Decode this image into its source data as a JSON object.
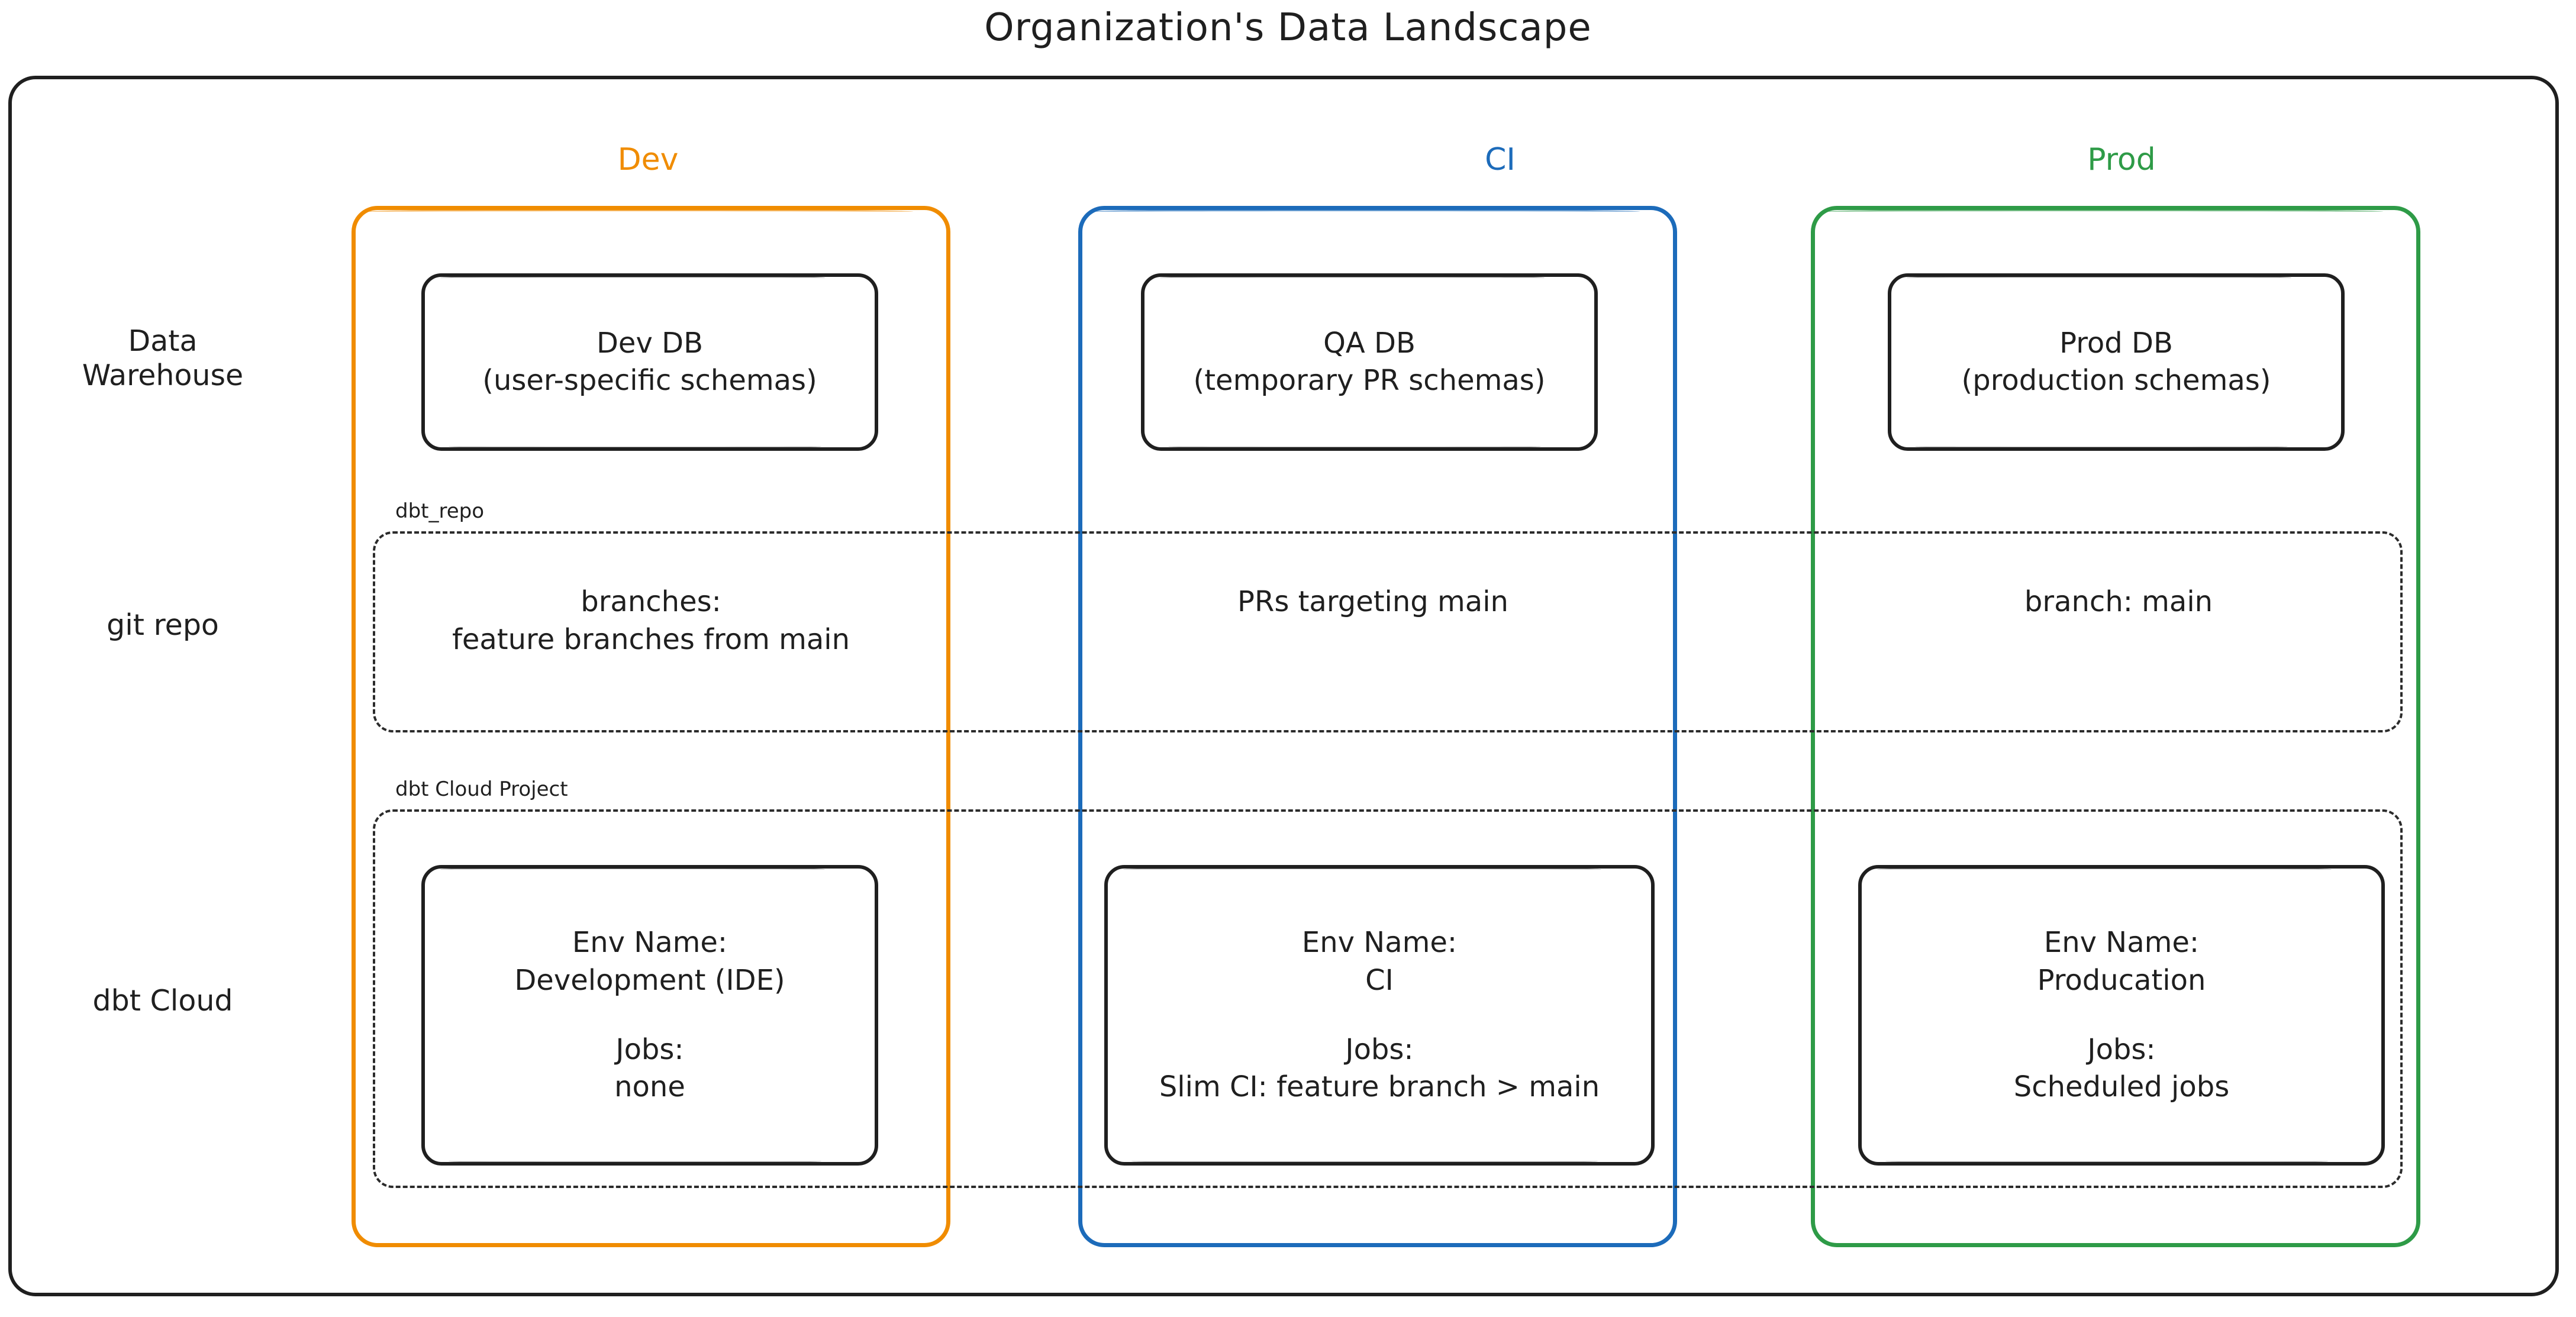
{
  "title": "Organization's Data Landscape",
  "row_labels": {
    "warehouse_line1": "Data",
    "warehouse_line2": "Warehouse",
    "git_repo": "git repo",
    "dbt_cloud": "dbt Cloud"
  },
  "columns": {
    "dev": {
      "header": "Dev",
      "color": "#f08c00"
    },
    "ci": {
      "header": "CI",
      "color": "#1c6bba"
    },
    "prod": {
      "header": "Prod",
      "color": "#2e9b47"
    }
  },
  "groups": {
    "git_repo_label": "dbt_repo",
    "dbt_cloud_label": "dbt Cloud Project"
  },
  "warehouse": {
    "dev": {
      "line1": "Dev DB",
      "line2": "(user-specific schemas)"
    },
    "ci": {
      "line1": "QA DB",
      "line2": "(temporary PR schemas)"
    },
    "prod": {
      "line1": "Prod DB",
      "line2": "(production schemas)"
    }
  },
  "git_repo": {
    "dev": {
      "line1": "branches:",
      "line2": "feature branches from main"
    },
    "ci": {
      "line1": "PRs targeting main",
      "line2": ""
    },
    "prod": {
      "line1": "branch: main",
      "line2": ""
    }
  },
  "dbt_cloud": {
    "dev": {
      "env_label": "Env Name:",
      "env_value": "Development (IDE)",
      "jobs_label": "Jobs:",
      "jobs_value": "none"
    },
    "ci": {
      "env_label": "Env Name:",
      "env_value": "CI",
      "jobs_label": "Jobs:",
      "jobs_value": "Slim CI: feature branch > main"
    },
    "prod": {
      "env_label": "Env Name:",
      "env_value": "Producation",
      "jobs_label": "Jobs:",
      "jobs_value": "Scheduled jobs"
    }
  }
}
